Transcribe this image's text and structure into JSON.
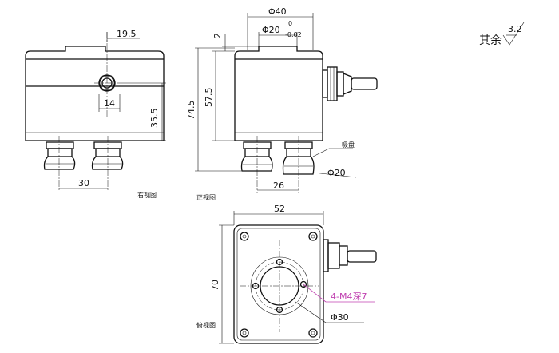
{
  "views": {
    "right": {
      "caption": "右视图",
      "dims": {
        "d19_5": "19.5",
        "d14": "14",
        "d35_5": "35.5",
        "d30": "30"
      }
    },
    "front": {
      "caption": "正视图",
      "dims": {
        "d40": "Φ40",
        "d20": "Φ20",
        "tol_upper": "0",
        "tol_lower": "-0.02",
        "d2": "2",
        "d57_5": "57.5",
        "d74_5": "74.5",
        "d26": "26",
        "d20b": "Φ20"
      },
      "label_suction": "吸盘"
    },
    "bottom": {
      "caption": "俯视图",
      "dims": {
        "d52": "52",
        "d70": "70",
        "d30": "Φ30"
      },
      "hole_callout": "4-M4深7"
    }
  },
  "roughness": {
    "label": "其余",
    "value": "3.2"
  },
  "colors": {
    "line": "#111111",
    "callout": "#c040b0"
  }
}
